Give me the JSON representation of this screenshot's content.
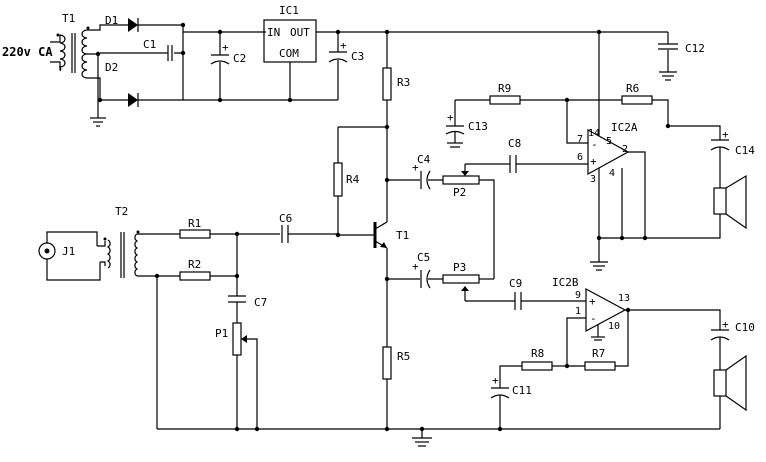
{
  "diagram": {
    "labels": {
      "mains": "220v CA",
      "T1": "T1",
      "T2": "T2",
      "T1_transistor": "T1",
      "D1": "D1",
      "D2": "D2",
      "C1": "C1",
      "C2": "C2",
      "C3": "C3",
      "C4": "C4",
      "C5": "C5",
      "C6": "C6",
      "C7": "C7",
      "C8": "C8",
      "C9": "C9",
      "C10": "C10",
      "C11": "C11",
      "C12": "C12",
      "C13": "C13",
      "C14": "C14",
      "R1": "R1",
      "R2": "R2",
      "R3": "R3",
      "R4": "R4",
      "R5": "R5",
      "R6": "R6",
      "R7": "R7",
      "R8": "R8",
      "R9": "R9",
      "P1": "P1",
      "P2": "P2",
      "P3": "P3",
      "J1": "J1",
      "IC1": "IC1",
      "IC2A": "IC2A",
      "IC2B": "IC2B"
    },
    "ic1_pins": {
      "in": "IN",
      "out": "OUT",
      "com": "COM"
    },
    "pins": {
      "ic2a_7": "7",
      "ic2a_14": "14",
      "ic2a_5": "5",
      "ic2a_6": "6",
      "ic2a_2": "2",
      "ic2a_3": "3",
      "ic2a_4": "4",
      "ic2b_9": "9",
      "ic2b_1": "1",
      "ic2b_13": "13",
      "ic2b_10": "10"
    },
    "polarity": {
      "plus": "+",
      "minus": "-"
    }
  }
}
